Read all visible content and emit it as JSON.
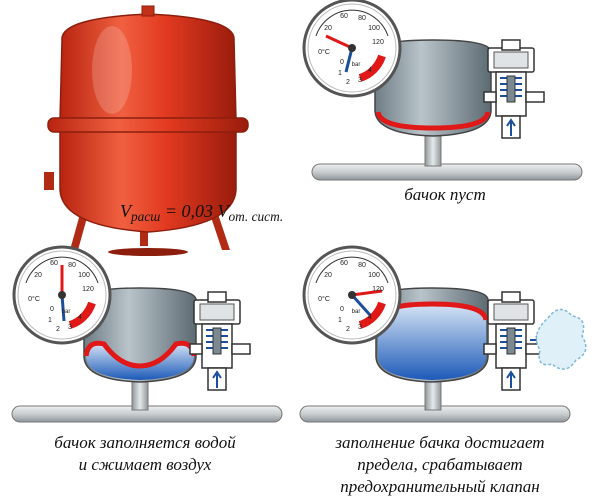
{
  "formula": {
    "v": "V",
    "sub1": "расш",
    "eq": " = 0,03 ",
    "v2": "V",
    "sub2": "от. сист."
  },
  "captions": {
    "empty": "бачок пуст",
    "filling_1": "бачок заполняется водой",
    "filling_2": "и сжимает воздух",
    "limit_1": "заполнение бачка достигает",
    "limit_2": "предела, срабатывает",
    "limit_3": "предохранительный клапан"
  },
  "gauge": {
    "top_ticks": [
      "20",
      "60",
      "80",
      "100",
      "120"
    ],
    "left_label": "0°C",
    "bottom_ticks": [
      "0",
      "1",
      "2",
      "3",
      "4"
    ],
    "unit": "bar"
  },
  "colors": {
    "tank": "#e23a20",
    "water": "#1d5ab8",
    "air": "#8a9aa2",
    "membrane": "#e01818",
    "pipe": "#c9cdd0"
  }
}
